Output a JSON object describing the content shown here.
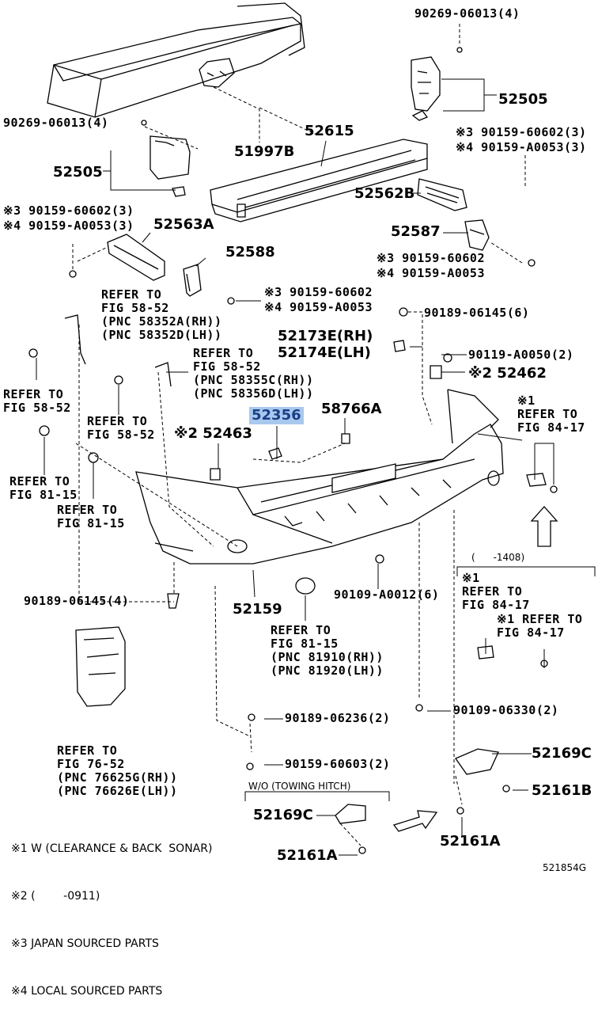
{
  "parts": {
    "p1": "90269-06013(4)",
    "p2": "52505",
    "p3": "90269-06013(4)",
    "p4": "51997B",
    "p5": "52615",
    "p6": "※3 90159-60602(3)",
    "p7": "※4 90159-A0053(3)",
    "p8": "52505",
    "p9": "52562B",
    "p10": "※3 90159-60602(3)",
    "p11": "※4 90159-A0053(3)",
    "p12": "52563A",
    "p13": "52587",
    "p14": "※3 90159-60602",
    "p15": "※4 90159-A0053",
    "p16": "52588",
    "p17": "※3 90159-60602",
    "p18": "※4 90159-A0053",
    "p19": "90189-06145(6)",
    "p20": "52173E(RH)",
    "p21": "52174E(LH)",
    "p22": "90119-A0050(2)",
    "p23": "※2 52462",
    "p24": "52356",
    "p25": "58766A",
    "p26": "※2 52463",
    "p27": "90189-06145(4)",
    "p28": "52159",
    "p29": "90109-A0012(6)",
    "p30": "90189-06236(2)",
    "p31": "90109-06330(2)",
    "p32": "90159-60603(2)",
    "p33": "52169C",
    "p34": "52169C",
    "p35": "52161B",
    "p36": "52161A",
    "p37": "52161A"
  },
  "refs": {
    "r1": [
      "REFER TO",
      "FIG 58-52",
      "(PNC 58352A(RH))",
      "(PNC 58352D(LH))"
    ],
    "r2": [
      "REFER TO",
      "FIG 58-52",
      "(PNC 58355C(RH))",
      "(PNC 58356D(LH))"
    ],
    "r3": [
      "REFER TO",
      "FIG 58-52"
    ],
    "r4": [
      "REFER TO",
      "FIG 58-52"
    ],
    "r5": [
      "REFER TO",
      "FIG 81-15"
    ],
    "r6": [
      "REFER TO",
      "FIG 81-15"
    ],
    "r7": [
      "※1",
      "REFER TO",
      "FIG 84-17"
    ],
    "r8": [
      "REFER TO",
      "FIG 81-15",
      "(PNC 81910(RH))",
      "(PNC 81920(LH))"
    ],
    "r9": [
      "REFER TO",
      "FIG 76-52",
      "(PNC 76625G(RH))",
      "(PNC 76626E(LH))"
    ],
    "r10": [
      "※1",
      "REFER TO",
      "FIG 84-17"
    ],
    "r11": [
      "※1 REFER TO",
      "FIG 84-17"
    ]
  },
  "bracket_range": "(      -1408)",
  "towing_note": "W/O (TOWING HITCH)",
  "footnotes": [
    "※1 W (CLEARANCE & BACK  SONAR)",
    "※2 (        -0911)",
    "※3 JAPAN SOURCED PARTS",
    "※4 LOCAL SOURCED PARTS"
  ],
  "figure_code": "521854G",
  "highlight_color": "#a9c8ee"
}
